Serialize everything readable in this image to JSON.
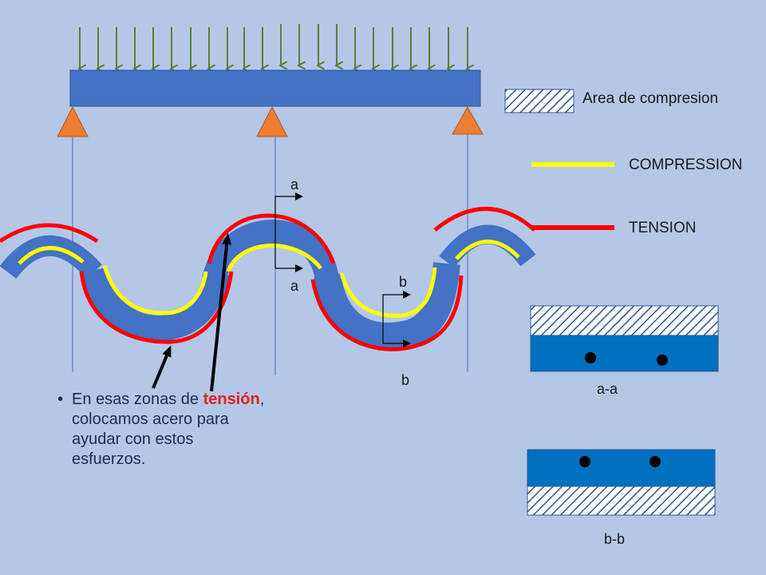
{
  "legend": {
    "compression_area": "Area de compresion",
    "compression": "COMPRESSION",
    "tension": "TENSION"
  },
  "section_marks": {
    "a_top": "a",
    "a_bottom": "a",
    "b_top": "b",
    "b_bottom": "b"
  },
  "sections": {
    "aa": "a-a",
    "bb": "b-b"
  },
  "note": {
    "bullet": "•",
    "text_before": "En esas zonas de",
    "highlight": "tensión",
    "text_after": ", colocamos acero para ayudar con estos esfuerzos."
  },
  "colors": {
    "background": "#b4c7e7",
    "beam": "#4472c4",
    "support": "#ed7d31",
    "load_arrow": "#548235",
    "compression": "#ffff00",
    "tension": "#ff0000",
    "section_fill": "#0070c0"
  }
}
